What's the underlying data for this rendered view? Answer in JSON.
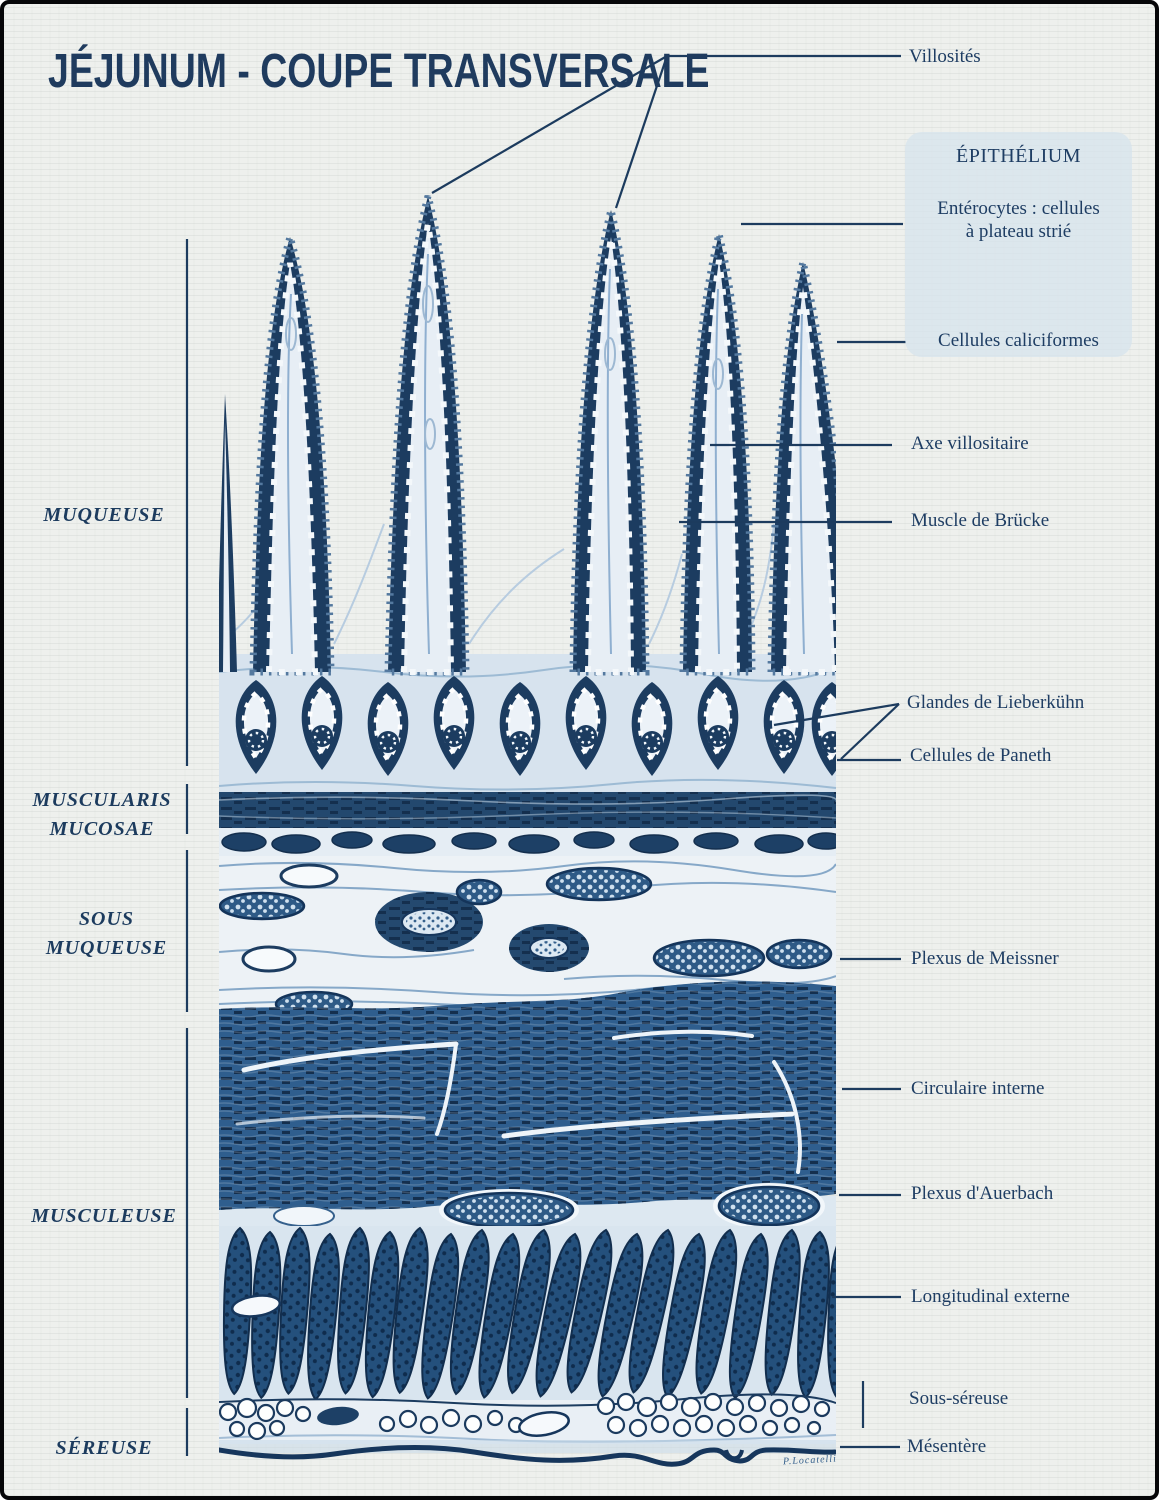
{
  "title": "JÉJUNUM - COUPE TRANSVERSALE",
  "diagram_subject": "Jejunum transverse section histology",
  "left_labels": {
    "muqueuse": "MUQUEUSE",
    "muscularis_line1": "MUSCULARIS",
    "muscularis_line2": "MUCOSAE",
    "sous_line1": "SOUS",
    "sous_line2": "MUQUEUSE",
    "musculeuse": "MUSCULEUSE",
    "sereuse": "SÉREUSE"
  },
  "right_labels": {
    "villosites": "Villosités",
    "epithelium_title": "ÉPITHÉLIUM",
    "enterocytes_line1": "Entérocytes : cellules",
    "enterocytes_line2": "à plateau strié",
    "caliciformes": "Cellules caliciformes",
    "axe_villositaire": "Axe villositaire",
    "muscle_brucke": "Muscle de Brücke",
    "glandes_lieberkuhn": "Glandes de Lieberkühn",
    "cellules_paneth": "Cellules de Paneth",
    "plexus_meissner": "Plexus de Meissner",
    "circulaire_interne": "Circulaire interne",
    "plexus_auerbach": "Plexus d'Auerbach",
    "longitudinal_externe": "Longitudinal externe",
    "sous_sereuse": "Sous-séreuse",
    "mesentere": "Mésentère"
  },
  "signature": "P.Locatelli",
  "colors": {
    "ink_dark": "#16365c",
    "ink_ring": "#1c3c60",
    "muscle_mid": "#2f5e8e",
    "label_text": "#1e3d63",
    "paper": "#eef0ed",
    "epithelium_box_bg": "#d6e3ed",
    "frame_border": "#060608"
  }
}
